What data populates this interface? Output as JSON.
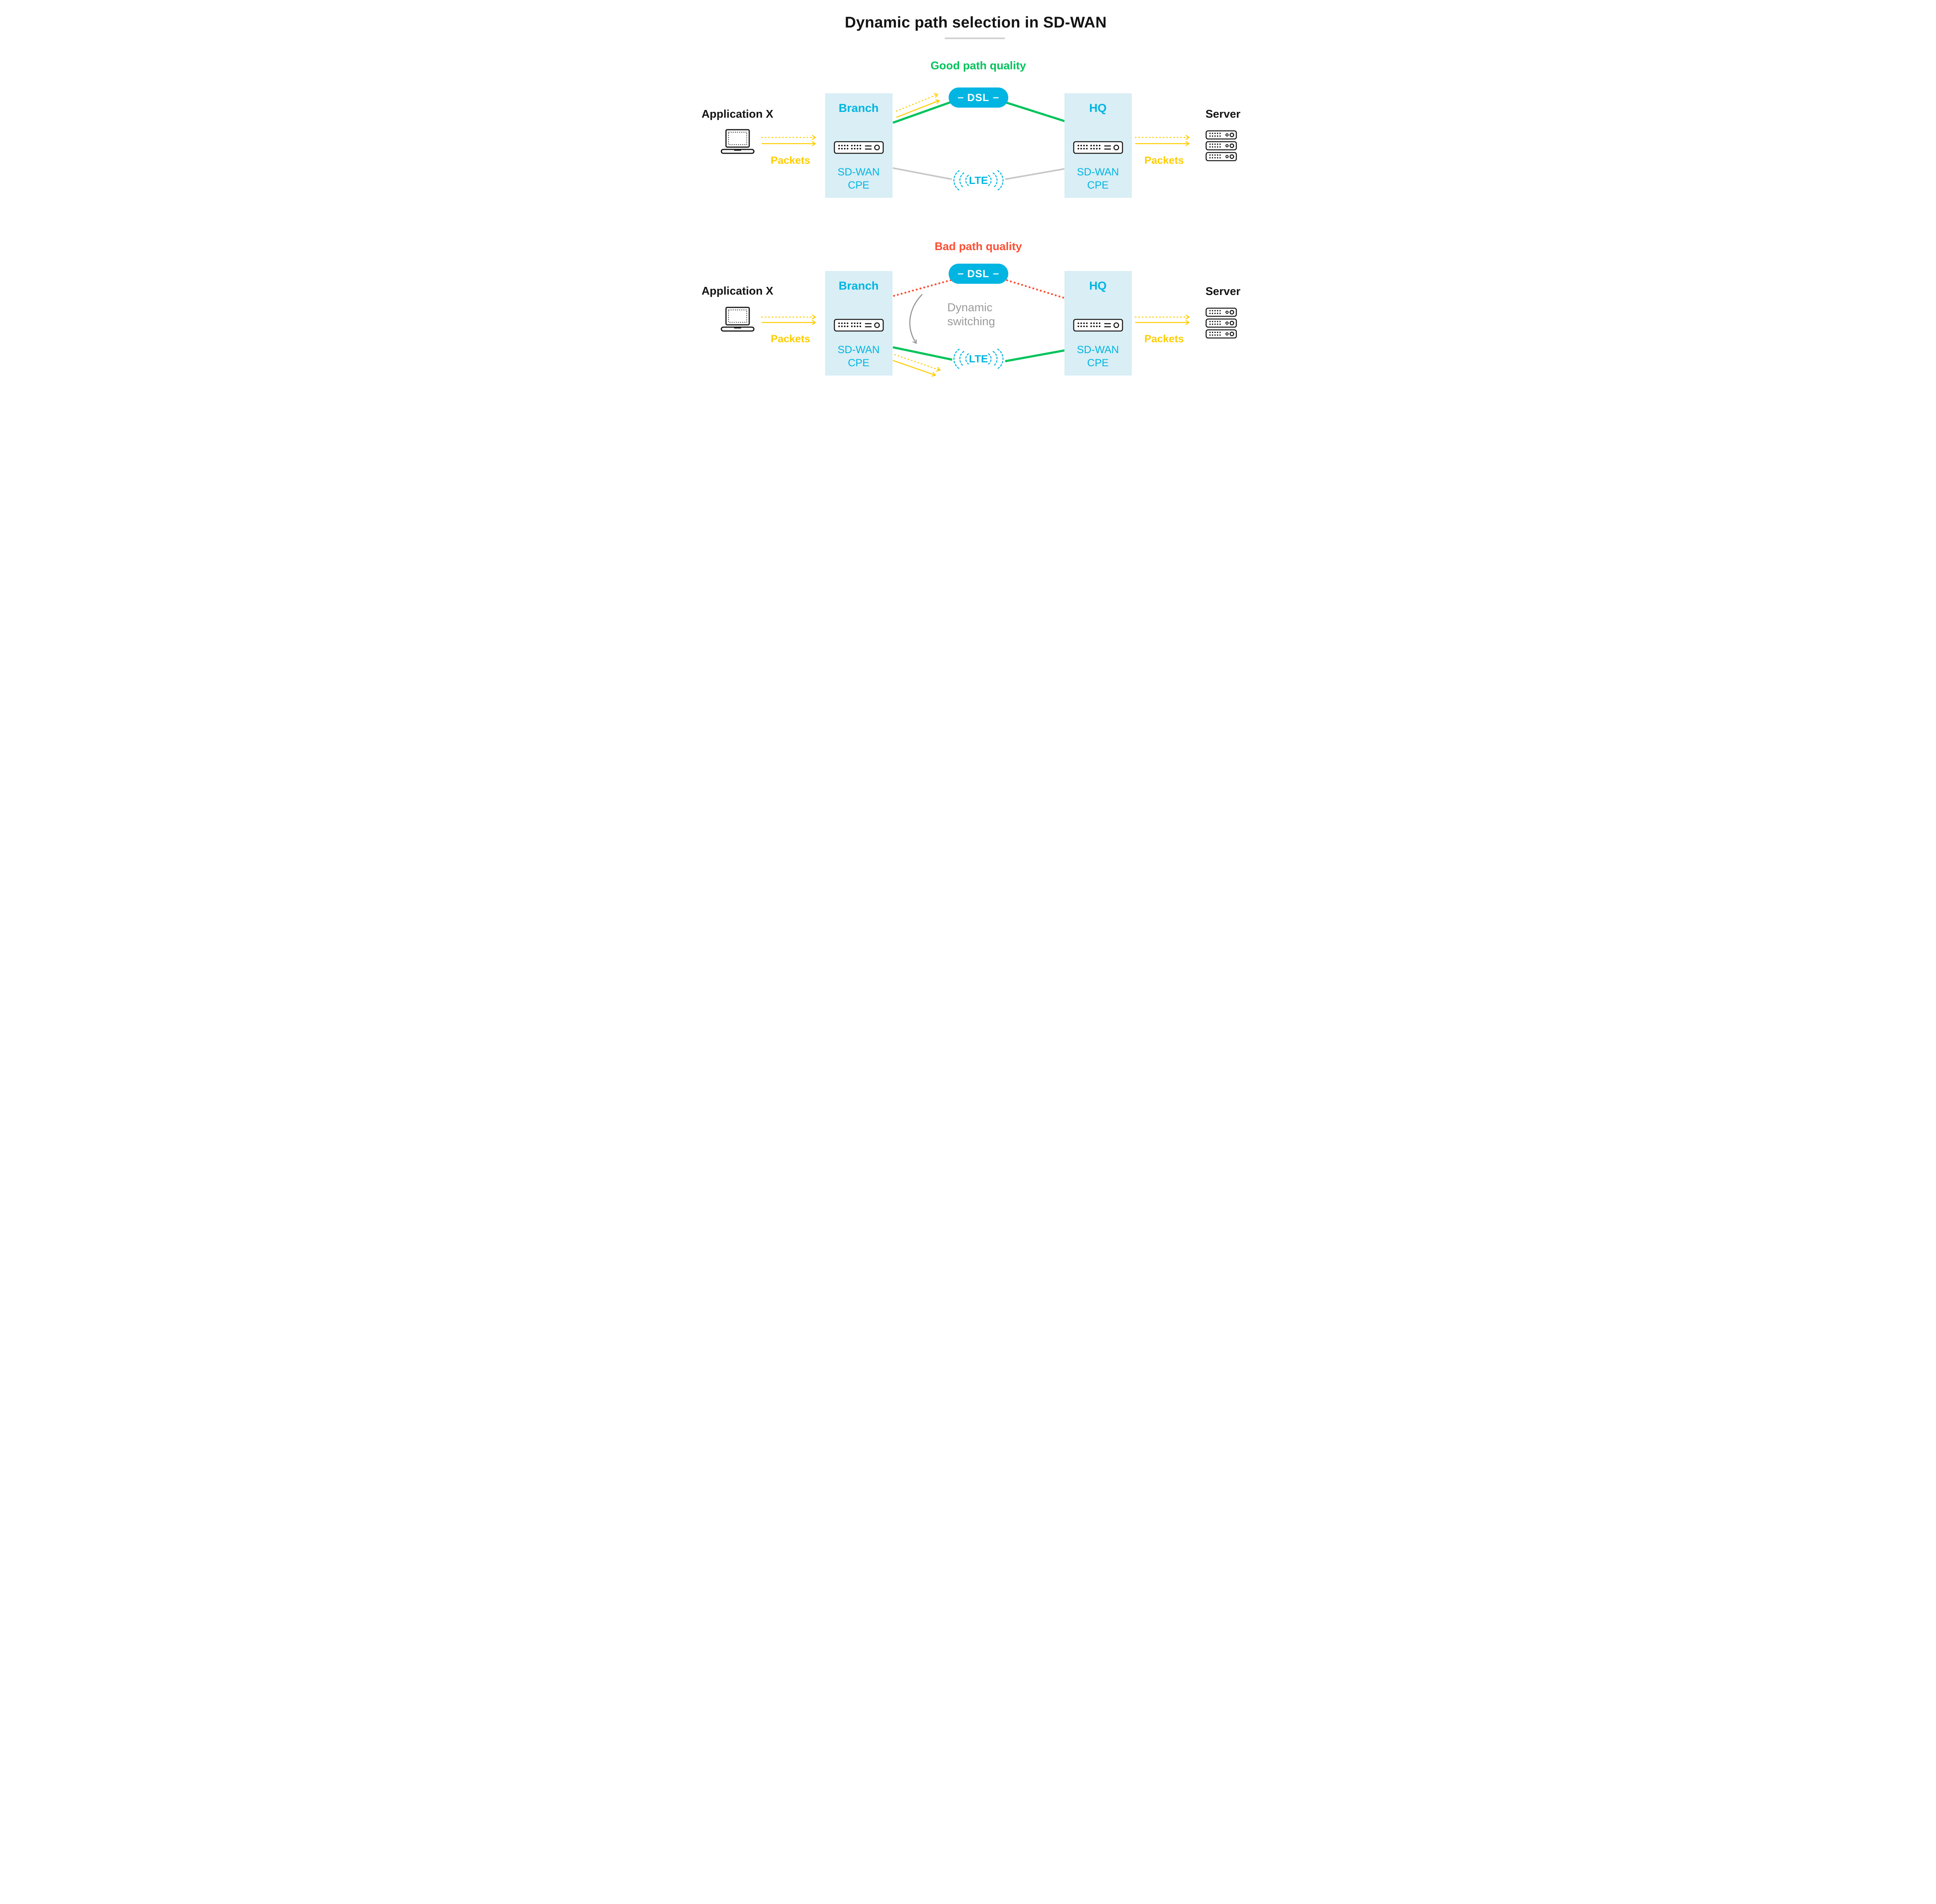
{
  "title": "Dynamic path selection in SD-WAN",
  "colors": {
    "cyan": "#00b5e2",
    "box_bg": "#d9eef5",
    "green": "#00c35b",
    "yellow": "#ffcd00",
    "red": "#ff4e32",
    "gray_line": "#c7c7c7",
    "gray_text": "#9b9b9b",
    "dark": "#141414"
  },
  "icons": {
    "application": "laptop-icon",
    "sdwan_cpe": "router-icon",
    "server": "server-stack-icon",
    "lte": "lte-radio-waves-icon"
  },
  "sections": {
    "good": {
      "heading": "Good path quality",
      "application_label": "Application X",
      "packets_in_label": "Packets",
      "branch_label": "Branch",
      "branch_device_label": "SD-WAN CPE",
      "dsl_label": "DSL",
      "lte_label": "LTE",
      "hq_label": "HQ",
      "hq_device_label": "SD-WAN CPE",
      "packets_out_label": "Packets",
      "server_label": "Server"
    },
    "bad": {
      "heading": "Bad path quality",
      "application_label": "Application X",
      "packets_in_label": "Packets",
      "branch_label": "Branch",
      "branch_device_label": "SD-WAN CPE",
      "dsl_label": "DSL",
      "lte_label": "LTE",
      "hq_label": "HQ",
      "hq_device_label": "SD-WAN CPE",
      "packets_out_label": "Packets",
      "server_label": "Server",
      "switching_label": "Dynamic switching"
    }
  }
}
